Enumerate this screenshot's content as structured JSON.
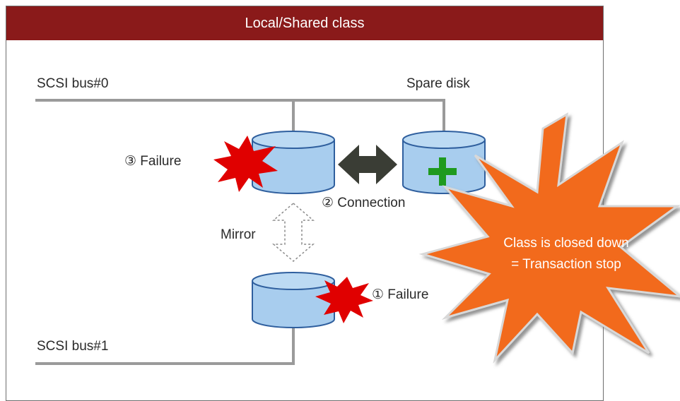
{
  "header": {
    "title": "Local/Shared class"
  },
  "labels": {
    "bus0": "SCSI bus#0",
    "bus1": "SCSI  bus#1",
    "spare_disk": "Spare disk",
    "failure3": "③ Failure",
    "connection2": "② Connection",
    "mirror": "Mirror",
    "failure1": "① Failure"
  },
  "burst": {
    "line1": "Class is closed down",
    "line2": "= Transaction stop"
  },
  "colors": {
    "header_bg": "#8a1a1a",
    "disk_fill": "#a8cdee",
    "disk_stroke": "#2f5f9e",
    "failure_red": "#e00000",
    "burst_orange": "#f26a1b",
    "connection_arrow": "#3a3d35",
    "plus_green": "#1f9a1f",
    "bus_line": "#9a9a9a"
  },
  "icons": {
    "disk": "disk-cylinder-icon",
    "failure": "explosion-icon",
    "spare": "plus-icon",
    "connection": "double-arrow-icon",
    "mirror": "dashed-double-arrow-icon"
  }
}
